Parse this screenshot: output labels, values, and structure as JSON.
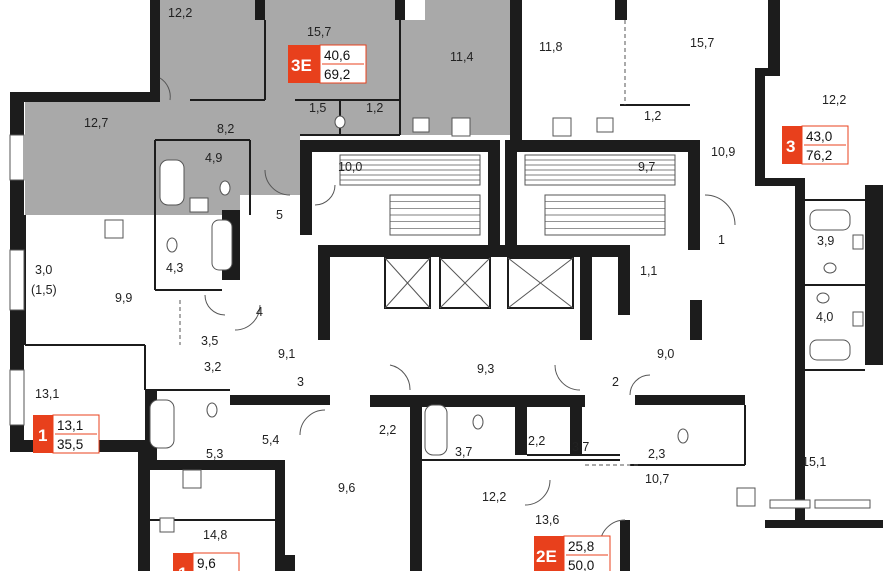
{
  "colors": {
    "wall": "#1c1c1c",
    "selected_fill": "#a9a9a9",
    "badge": "#e8401c",
    "floor": "#ffffff",
    "fixture": "#555555"
  },
  "rooms": [
    {
      "id": "r1",
      "text": "12,2"
    },
    {
      "id": "r2",
      "text": "15,7"
    },
    {
      "id": "r3",
      "text": "11,4"
    },
    {
      "id": "r4",
      "text": "12,7"
    },
    {
      "id": "r5",
      "text": "8,2"
    },
    {
      "id": "r6",
      "text": "4,9"
    },
    {
      "id": "r7",
      "text": "1,5"
    },
    {
      "id": "r8",
      "text": "1,2"
    },
    {
      "id": "r9",
      "text": "11,8"
    },
    {
      "id": "r10",
      "text": "15,7"
    },
    {
      "id": "r11",
      "text": "1,2"
    },
    {
      "id": "r12",
      "text": "10,9"
    },
    {
      "id": "r13",
      "text": "12,2"
    },
    {
      "id": "r14",
      "text": "10,0"
    },
    {
      "id": "r15",
      "text": "9,7"
    },
    {
      "id": "r16",
      "text": "5"
    },
    {
      "id": "r17",
      "text": "1"
    },
    {
      "id": "r18",
      "text": "3,9"
    },
    {
      "id": "r19",
      "text": "4,0"
    },
    {
      "id": "r20",
      "text": "3,0"
    },
    {
      "id": "r21",
      "text": "(1,5)"
    },
    {
      "id": "r22",
      "text": "4,3"
    },
    {
      "id": "r23",
      "text": "9,9"
    },
    {
      "id": "r24",
      "text": "4"
    },
    {
      "id": "r25",
      "text": "1,1"
    },
    {
      "id": "r26",
      "text": "3,5"
    },
    {
      "id": "r27",
      "text": "3,2"
    },
    {
      "id": "r28",
      "text": "9,1"
    },
    {
      "id": "r29",
      "text": "3"
    },
    {
      "id": "r30",
      "text": "9,3"
    },
    {
      "id": "r31",
      "text": "9,0"
    },
    {
      "id": "r32",
      "text": "2"
    },
    {
      "id": "r33",
      "text": "13,1"
    },
    {
      "id": "r34",
      "text": "2,2"
    },
    {
      "id": "r35",
      "text": "2,2"
    },
    {
      "id": "r36",
      "text": "3,7"
    },
    {
      "id": "r37",
      "text": "3,7"
    },
    {
      "id": "r38",
      "text": "5,3"
    },
    {
      "id": "r39",
      "text": "5,4"
    },
    {
      "id": "r40",
      "text": "2,3"
    },
    {
      "id": "r41",
      "text": "15,1"
    },
    {
      "id": "r42",
      "text": "9,6"
    },
    {
      "id": "r43",
      "text": "12,2"
    },
    {
      "id": "r44",
      "text": "10,7"
    },
    {
      "id": "r45",
      "text": "13,6"
    },
    {
      "id": "r46",
      "text": "14,8"
    }
  ],
  "apartments": [
    {
      "id": "a3e",
      "rooms": "3E",
      "living": "40,6",
      "total": "69,2"
    },
    {
      "id": "a3",
      "rooms": "3",
      "living": "43,0",
      "total": "76,2"
    },
    {
      "id": "a1",
      "rooms": "1",
      "living": "13,1",
      "total": "35,5"
    },
    {
      "id": "a2e",
      "rooms": "2E",
      "living": "25,8",
      "total": "50,0"
    },
    {
      "id": "a1b",
      "rooms": "1",
      "living": "9,6",
      "total": ""
    }
  ]
}
